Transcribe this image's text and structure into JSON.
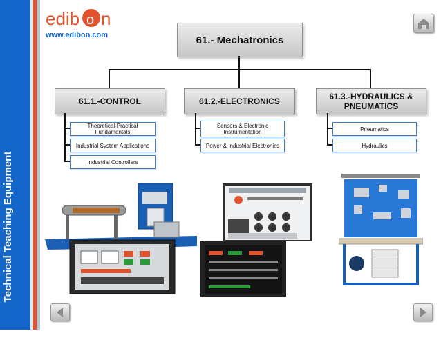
{
  "brand": {
    "logo_text": "edibon",
    "url": "www.edibon.com"
  },
  "sidebar": {
    "label": "Technical Teaching Equipment"
  },
  "title": "61.- Mechatronics",
  "categories": [
    {
      "label": "61.1.-CONTROL",
      "items": [
        "Theoretical-Practical Fundamentals",
        "Industrial System Applications",
        "Industrial Controllers"
      ]
    },
    {
      "label": "61.2.-ELECTRONICS",
      "items": [
        "Sensors & Electronic Instrumentation",
        "Power & Industrial Electronics"
      ]
    },
    {
      "label": "61.3.-HYDRAULICS & PNEUMATICS",
      "items": [
        "Pneumatics",
        "Hydraulics"
      ]
    }
  ],
  "nav": {
    "home_icon": "home-icon",
    "prev_icon": "arrow-left-icon",
    "next_icon": "arrow-right-icon"
  },
  "colors": {
    "sidebar": "#1466c8",
    "accent": "#e0532d",
    "item_border": "#3a7cbf"
  }
}
